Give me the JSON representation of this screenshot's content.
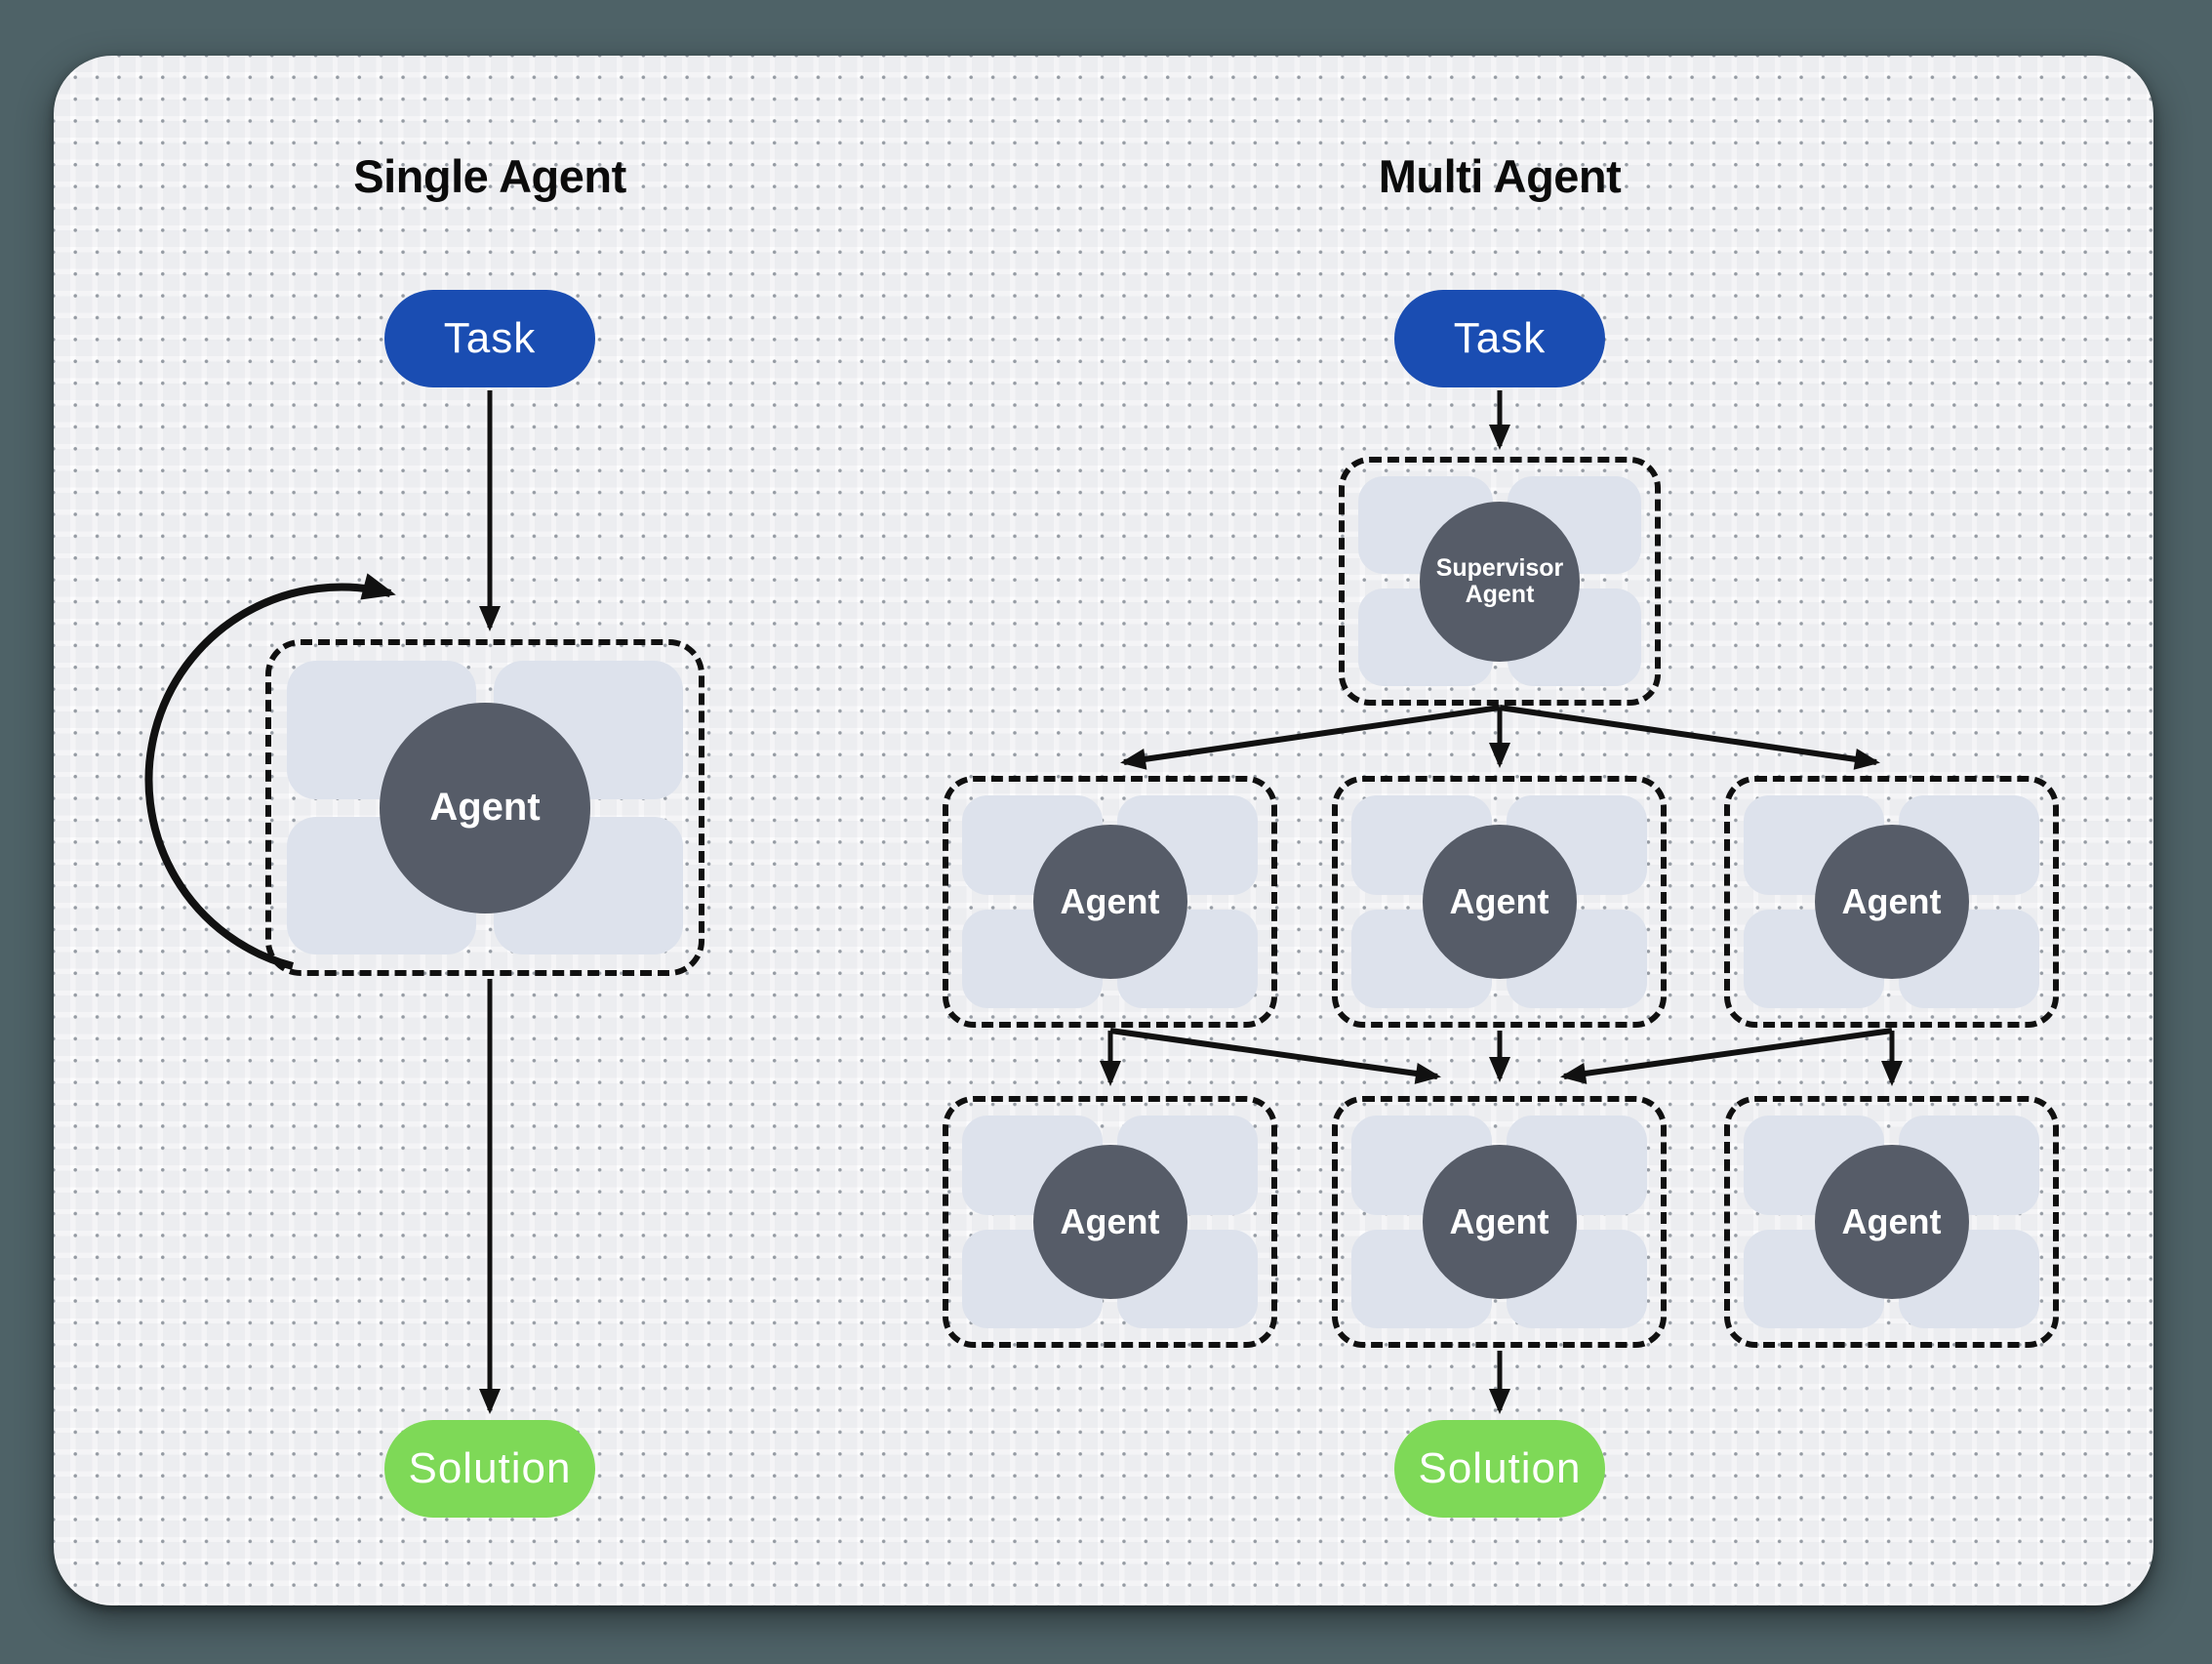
{
  "single": {
    "title": "Single Agent",
    "task_label": "Task",
    "agent_label": "Agent",
    "solution_label": "Solution"
  },
  "multi": {
    "title": "Multi Agent",
    "task_label": "Task",
    "supervisor_label": "Supervisor Agent",
    "worker_label": "Agent",
    "solution_label": "Solution"
  },
  "colors": {
    "background": "#4E6267",
    "canvas": "#FCFCFD",
    "task_blue": "#1A4DB2",
    "solution_green": "#7ED957",
    "agent_dark": "#565C68",
    "tile_gray": "#DDE2EC",
    "line_black": "#111111"
  }
}
